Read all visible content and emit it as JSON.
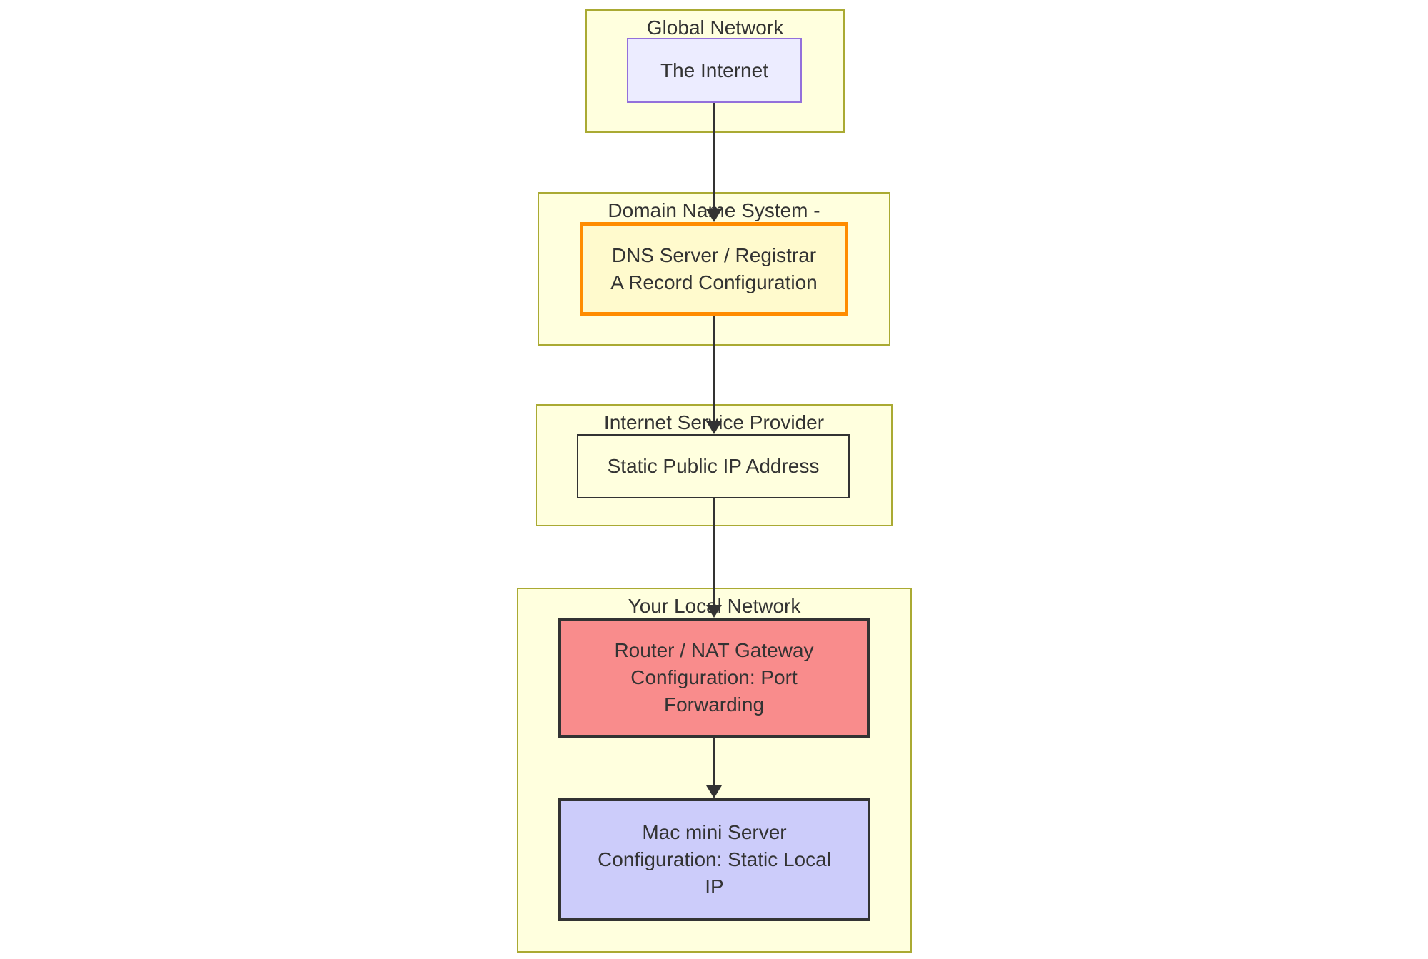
{
  "diagram": {
    "type": "flowchart-top-down",
    "colors": {
      "background": "#FFFFFF",
      "text": "#333333",
      "edge": "#333333",
      "group_fill": "#FFFFDE",
      "group_border": "#AAAA33",
      "internet_fill": "#ECECFF",
      "internet_border": "#9370DB",
      "dns_fill": "#FFFACD",
      "dns_border": "#FF8C00",
      "static_ip_fill": "#FFFFDE",
      "static_ip_border": "#333333",
      "router_fill": "#F98C8C",
      "router_border": "#333333",
      "mac_fill": "#CCCCFA",
      "mac_border": "#333333"
    },
    "groups": [
      {
        "name": "global-network",
        "title": "Global Network"
      },
      {
        "name": "domain-name-system",
        "title": "Domain Name System -"
      },
      {
        "name": "internet-service-provider",
        "title": "Internet Service Provider"
      },
      {
        "name": "your-local-network",
        "title": "Your Local Network"
      }
    ],
    "nodes": [
      {
        "name": "internet",
        "group": "global-network",
        "lines": [
          "The Internet"
        ]
      },
      {
        "name": "dns-server",
        "group": "domain-name-system",
        "lines": [
          "DNS Server / Registrar",
          "A Record Configuration"
        ]
      },
      {
        "name": "static-public-ip",
        "group": "internet-service-provider",
        "lines": [
          "Static Public IP Address"
        ]
      },
      {
        "name": "router-nat-gateway",
        "group": "your-local-network",
        "lines": [
          "Router / NAT Gateway",
          "Configuration: Port",
          "Forwarding"
        ]
      },
      {
        "name": "mac-mini-server",
        "group": "your-local-network",
        "lines": [
          "Mac mini Server",
          "Configuration: Static Local",
          "IP"
        ]
      }
    ],
    "edges": [
      {
        "from": "internet",
        "to": "dns-server"
      },
      {
        "from": "dns-server",
        "to": "static-public-ip"
      },
      {
        "from": "static-public-ip",
        "to": "router-nat-gateway"
      },
      {
        "from": "router-nat-gateway",
        "to": "mac-mini-server"
      }
    ]
  }
}
